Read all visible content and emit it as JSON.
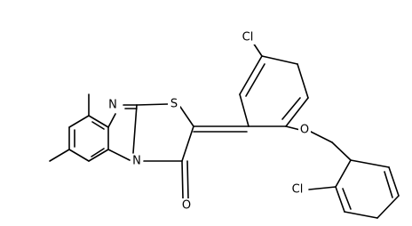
{
  "molecule": {
    "atoms": {
      "cl_top": "Cl",
      "n_imine": "N",
      "s_thiazole": "S",
      "o_ether": "O",
      "n_bridge": "N",
      "o_carbonyl": "O",
      "cl_bottom": "Cl"
    }
  }
}
